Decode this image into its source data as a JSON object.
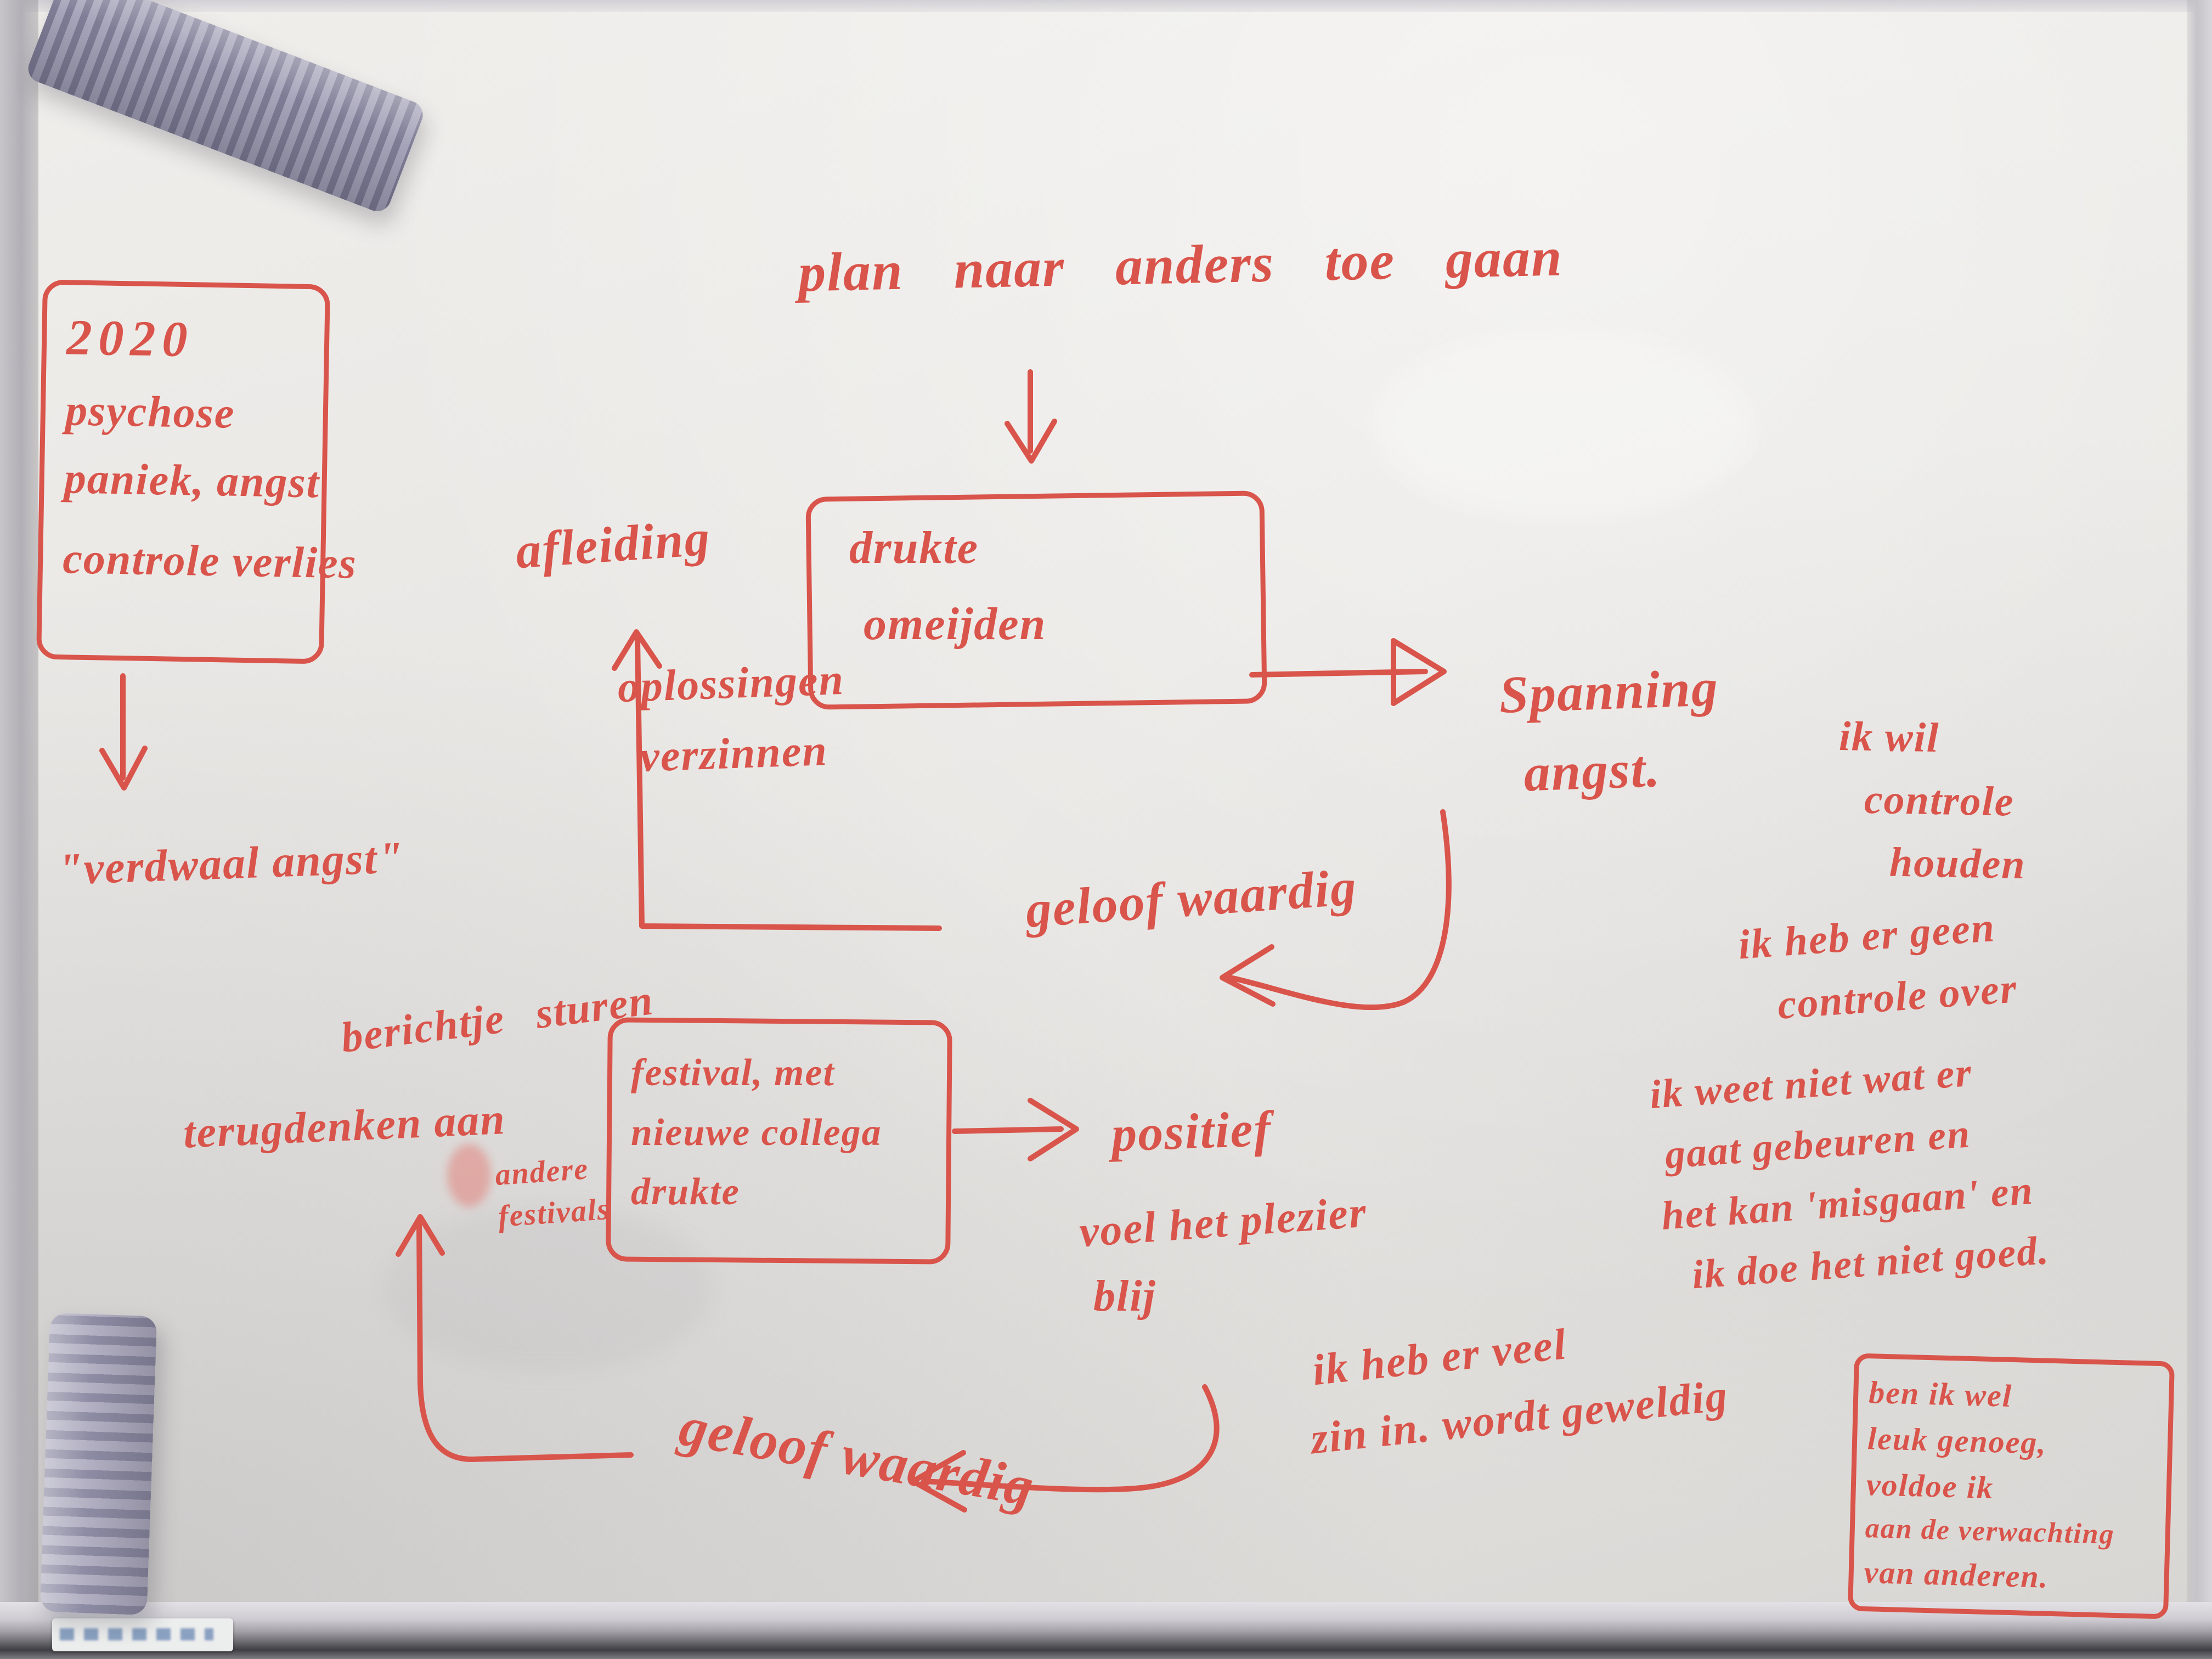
{
  "colors": {
    "marker": "#d9544b",
    "board": "#e9e7e4",
    "magnet": "#9e9cb0",
    "frame": "#b2b0b6"
  },
  "board": {
    "title": "plan naar anders toe gaan",
    "history_box": [
      "2020",
      "psychose",
      "paniek, angst",
      "controle verlies"
    ],
    "verdwaal_angst": "\"verdwaal angst\"",
    "afleiding": "afleiding",
    "oplossingen": [
      "oplossingen",
      "verzinnen"
    ],
    "drukte_box": [
      "drukte",
      "omeijden"
    ],
    "spanning": [
      "Spanning",
      "angst."
    ],
    "ik_wil": [
      "ik wil",
      "controle",
      "houden"
    ],
    "geen_controle": [
      "ik heb er geen",
      "controle over"
    ],
    "ik_weet_niet": [
      "ik weet niet wat er",
      "gaat gebeuren en",
      "het kan 'misgaan' en",
      "ik doe het niet goed."
    ],
    "geloofwaardig_mid": "geloof waardig",
    "berichtje": "berichtje sturen",
    "terugdenken": "terugdenken aan",
    "andere_festivals": [
      "andere",
      "festivals"
    ],
    "festival_box": [
      "festival, met",
      "nieuwe collega",
      "drukte"
    ],
    "positief": "positief",
    "voel_het_plezier": "voel het plezier",
    "blij": "blij",
    "veel_zin": [
      "ik heb er veel",
      "zin in. wordt geweldig"
    ],
    "geloofwaardig_bottom": "geloof waardig",
    "twijfel_box": [
      "ben ik wel",
      "leuk genoeg,",
      "voldoe ik",
      "aan de verwachting",
      "van anderen."
    ]
  }
}
